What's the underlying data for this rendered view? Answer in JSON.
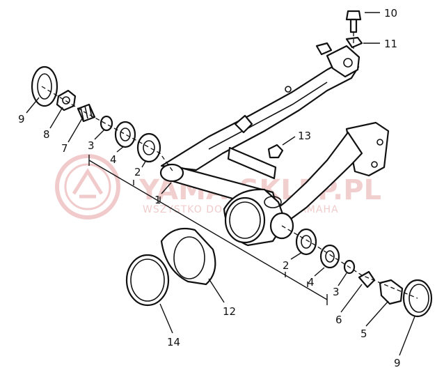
{
  "watermark": {
    "title": "YAMA-SKLEP.PL",
    "subtitle": "WSZYSTKO DO MOTOCYKLI YAMAHA",
    "logo": "yamaha-tuning-fork-logo",
    "color": "#e8a9a9"
  },
  "callouts": {
    "c1": "1",
    "c2a": "2",
    "c2b": "2",
    "c3a": "3",
    "c3b": "3",
    "c4a": "4",
    "c4b": "4",
    "c5": "5",
    "c6": "6",
    "c7": "7",
    "c8": "8",
    "c9a": "9",
    "c9b": "9",
    "c10": "10",
    "c11": "11",
    "c12": "12",
    "c13": "13",
    "c14": "14"
  }
}
